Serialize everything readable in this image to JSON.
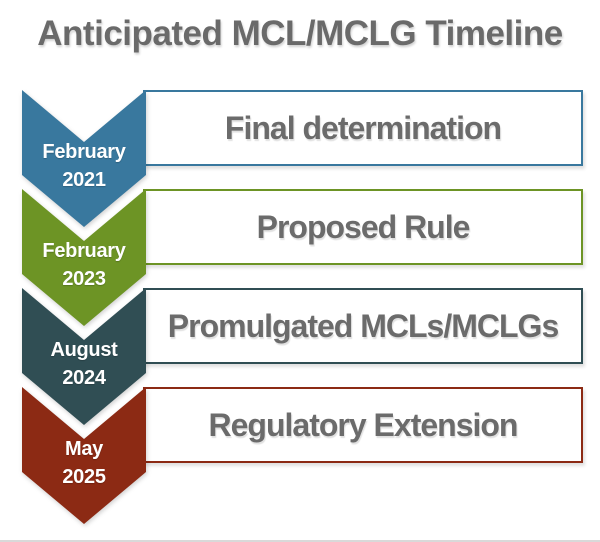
{
  "title": "Anticipated MCL/MCLG Timeline",
  "timeline": {
    "items": [
      {
        "date_line1": "February",
        "date_line2": "2021",
        "label": "Final determination",
        "color": "#39789e"
      },
      {
        "date_line1": "February",
        "date_line2": "2023",
        "label": "Proposed Rule",
        "color": "#6d9425"
      },
      {
        "date_line1": "August",
        "date_line2": "2024",
        "label": "Promulgated MCLs/MCLGs",
        "color": "#304e54"
      },
      {
        "date_line1": "May",
        "date_line2": "2025",
        "label": "Regulatory Extension",
        "color": "#8c2a14"
      }
    ]
  },
  "colors": {
    "background": "#ffffff",
    "title_text": "#6a6a6a",
    "box_text": "#6b6b6b",
    "chevron_text": "#ffffff",
    "bottom_rule": "#d9d9d9"
  }
}
